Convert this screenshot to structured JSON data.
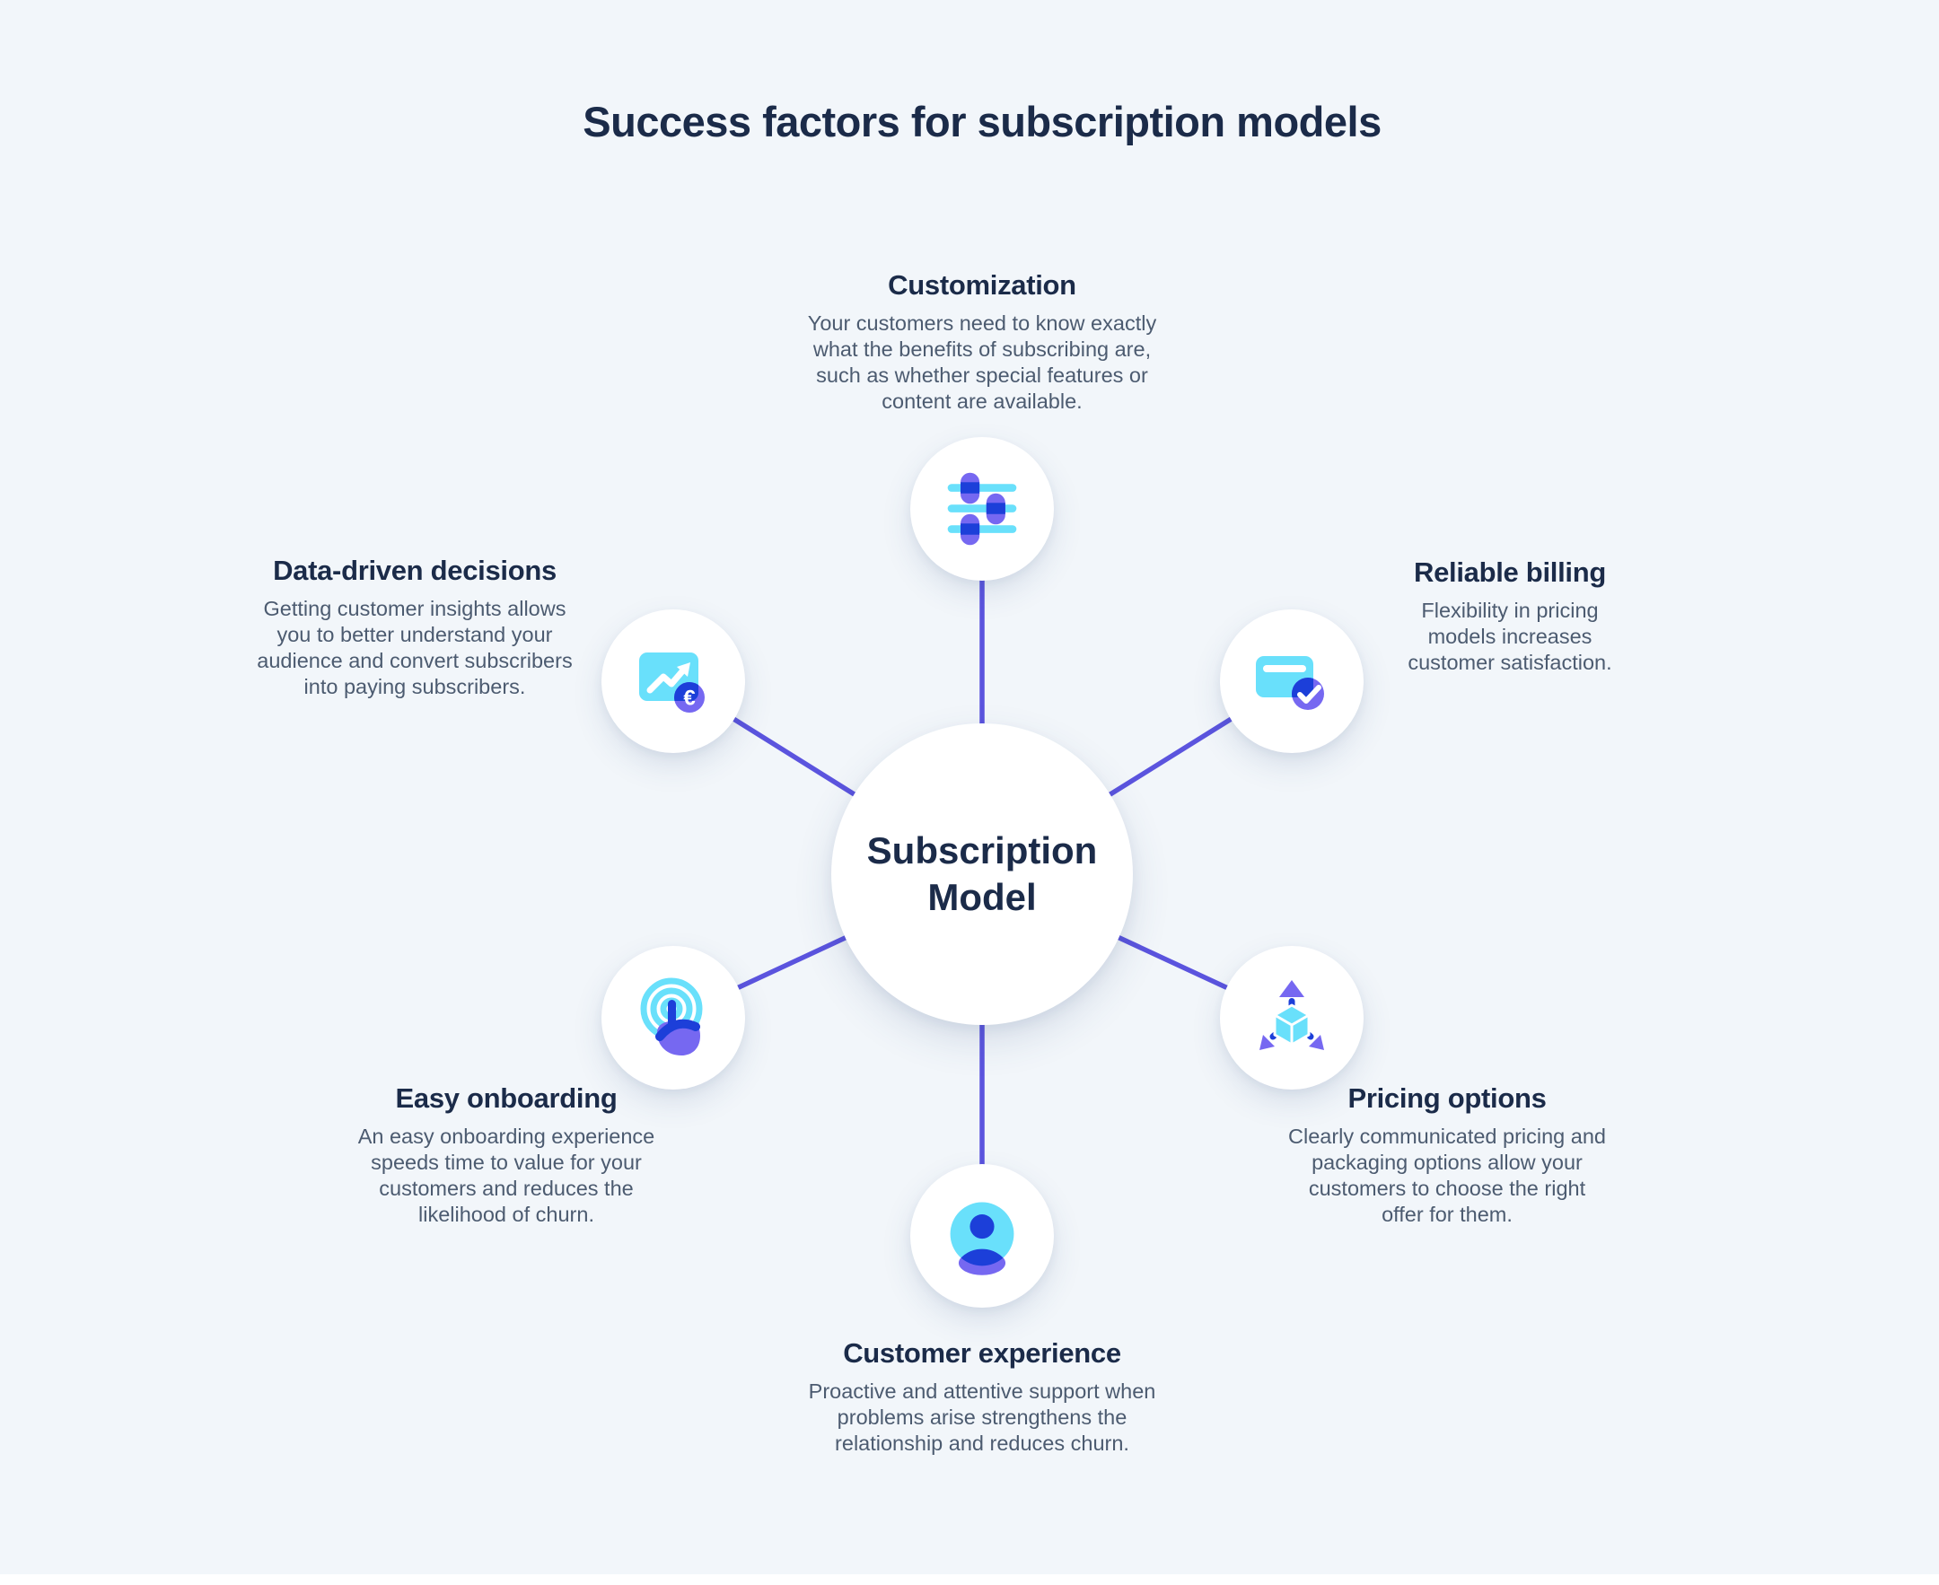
{
  "title": "Success factors for subscription models",
  "center": {
    "label": "Subscription\nModel"
  },
  "nodes": [
    {
      "id": "customization",
      "title": "Customization",
      "description": "Your customers need to know exactly\nwhat the benefits of subscribing are,\nsuch as whether special features or\ncontent are available.",
      "icon": "sliders-icon"
    },
    {
      "id": "data-driven-decisions",
      "title": "Data-driven decisions",
      "description": "Getting customer insights allows\nyou to better understand your\naudience and convert subscribers\ninto paying subscribers.",
      "icon": "chart-euro-icon"
    },
    {
      "id": "reliable-billing",
      "title": "Reliable billing",
      "description": "Flexibility in pricing\nmodels increases\ncustomer satisfaction.",
      "icon": "credit-card-check-icon"
    },
    {
      "id": "easy-onboarding",
      "title": "Easy onboarding",
      "description": "An easy onboarding experience\nspeeds time to value for your\ncustomers and reduces the\nlikelihood of churn.",
      "icon": "tap-target-icon"
    },
    {
      "id": "pricing-options",
      "title": "Pricing options",
      "description": "Clearly communicated pricing and\npackaging options allow your\ncustomers to choose the right\noffer for them.",
      "icon": "cube-arrows-icon"
    },
    {
      "id": "customer-experience",
      "title": "Customer experience",
      "description": "Proactive and attentive support when\nproblems arise strengthens the\nrelationship and reduces churn.",
      "icon": "user-avatar-icon"
    }
  ],
  "colors": {
    "background": "#f2f6fa",
    "accent_line": "#5b54de",
    "icon_cyan": "#69e0fb",
    "icon_violet": "#7668f1",
    "icon_blue": "#1c3fd9",
    "heading_navy": "#1b2b49",
    "body_slate": "#4c5b70"
  }
}
